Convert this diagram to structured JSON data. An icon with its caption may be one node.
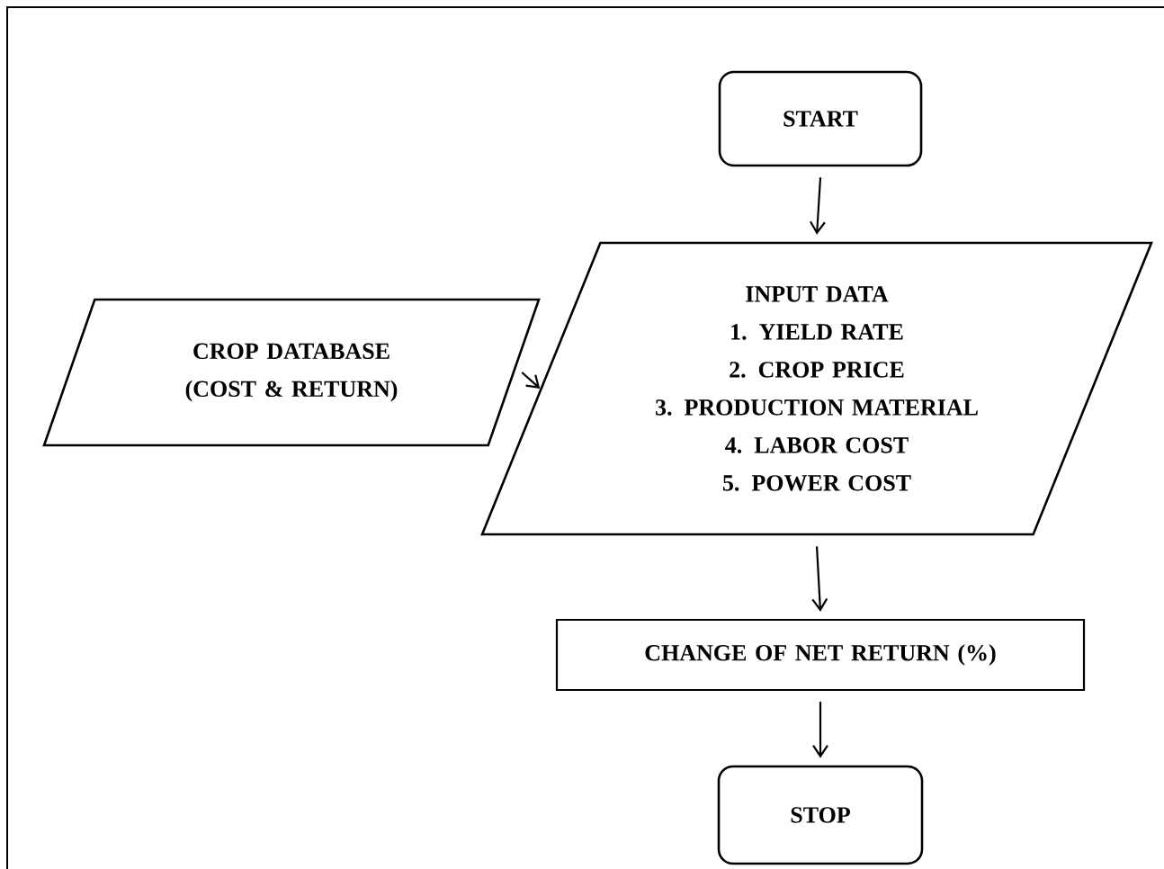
{
  "diagram": {
    "nodes": [
      {
        "text": [
          "START"
        ]
      },
      {
        "text": [
          "INPUT DATA",
          "1. YIELD RATE",
          "2. CROP PRICE",
          "3. PRODUCTION MATERIAL",
          "4. LABOR COST",
          "5. POWER COST"
        ]
      },
      {
        "text": [
          "CROP DATABASE (COST & RETURN)"
        ]
      },
      {
        "text": [
          "CHANGE OF NET RETURN (%)"
        ]
      },
      {
        "text": [
          "STOP"
        ]
      }
    ],
    "edges": [
      {
        "from": 0,
        "to": 1,
        "arrow": "to"
      },
      {
        "from": 2,
        "to": 1,
        "arrow": "to"
      },
      {
        "from": 1,
        "to": 3,
        "arrow": "to"
      },
      {
        "from": 3,
        "to": 4,
        "arrow": "to"
      }
    ]
  }
}
